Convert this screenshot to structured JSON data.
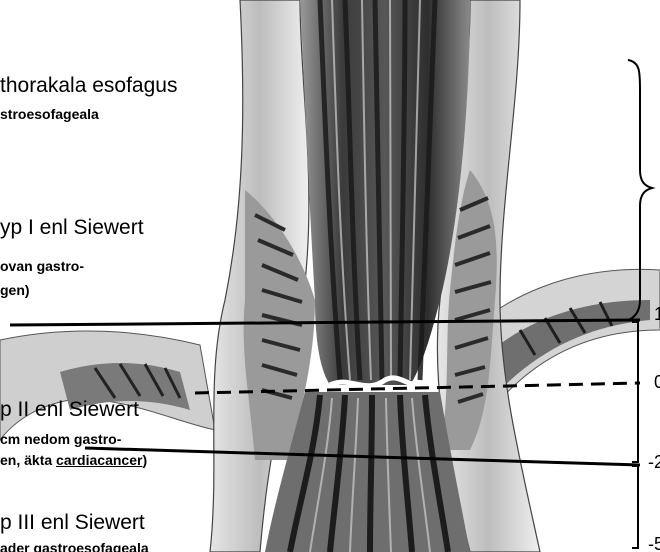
{
  "labels": {
    "distal_esophagus_title": "thorakala esofagus",
    "distal_esophagus_sub": "stroesofageala",
    "type1_title": "yp I enl Siewert",
    "type1_sub_line1": "ovan gastro-",
    "type1_sub_line2": "gen)",
    "type2_title": "p II enl Siewert",
    "type2_sub_line1": "cm nedom gastro-",
    "type2_sub_line2_prefix": "en, äkta ",
    "type2_sub_line2_link": "cardiacancer",
    "type2_sub_line2_suffix": ")",
    "type3_title": "p III enl Siewert",
    "type3_sub_line1": "ader gastroesofageala"
  },
  "scale": {
    "tick_1": "1",
    "tick_0": "0",
    "tick_minus2": "-2",
    "tick_minus5": "-5"
  },
  "colors": {
    "ink": "#000000",
    "tissue_light": "#d9d9d9",
    "tissue_mid": "#8f8f8f",
    "tissue_dark": "#3a3a3a"
  },
  "icons": {
    "bracket": "curly-brace",
    "dashed_line": "gastroesophageal-junction-line"
  }
}
